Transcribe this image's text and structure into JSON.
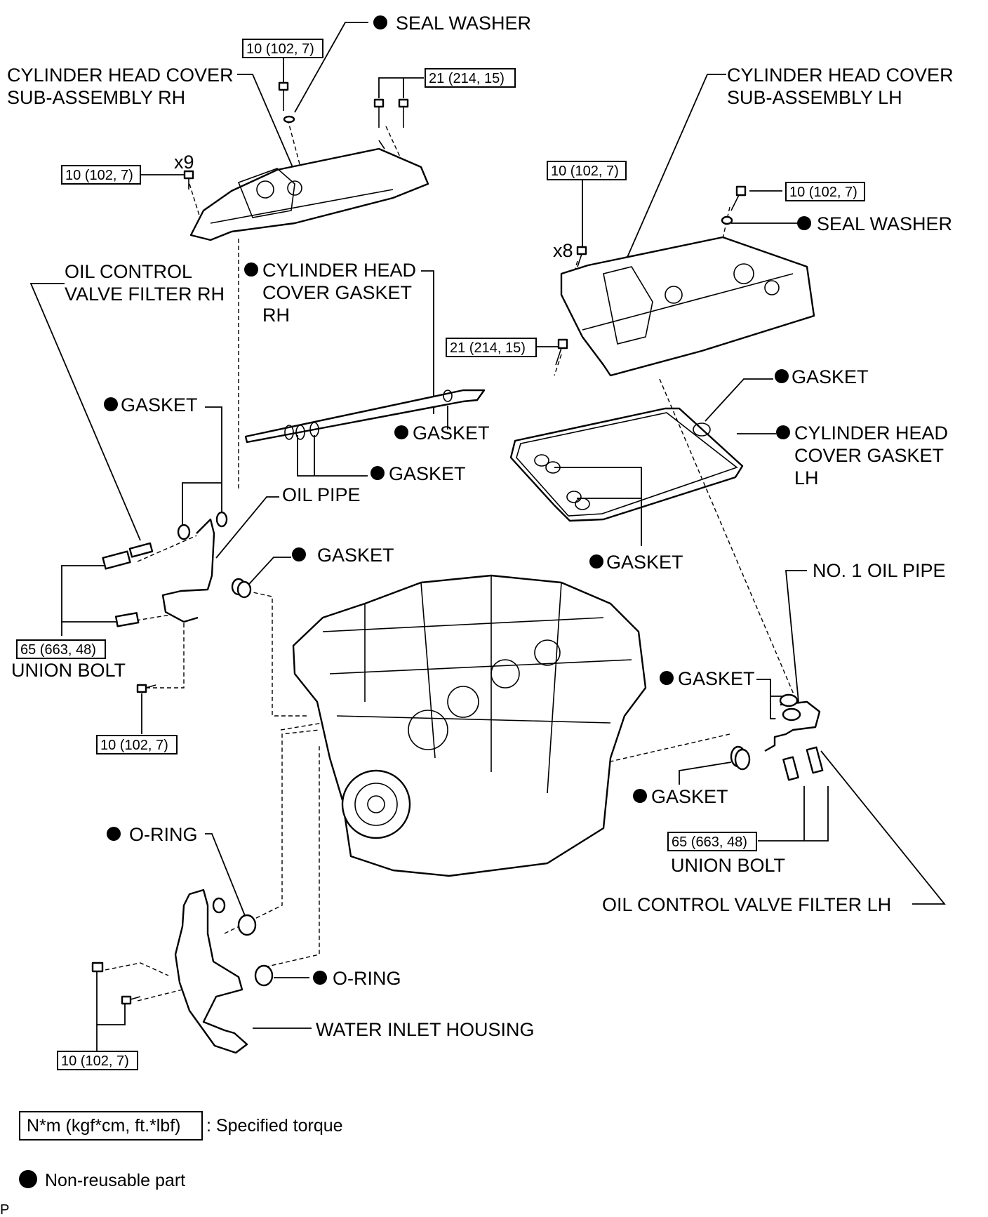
{
  "labels": {
    "seal_washer_top": "SEAL WASHER",
    "head_cover_rh": [
      "CYLINDER HEAD COVER",
      "SUB-ASSEMBLY RH"
    ],
    "head_cover_lh": [
      "CYLINDER HEAD COVER",
      "SUB-ASSEMBLY LH"
    ],
    "seal_washer_lh": "SEAL WASHER",
    "ocv_filter_rh": [
      "OIL CONTROL",
      "VALVE FILTER RH"
    ],
    "head_gasket_rh": [
      "CYLINDER HEAD",
      "COVER GASKET",
      "RH"
    ],
    "gasket_rh_pipe_upper": "GASKET",
    "gasket_rh_spark_1": "GASKET",
    "gasket_rh_spark_2": "GASKET",
    "oil_pipe": "OIL PIPE",
    "gasket_rh_pipe_lower": "GASKET",
    "union_bolt_rh": "UNION BOLT",
    "gasket_lh_cover": "GASKET",
    "head_gasket_lh": [
      "CYLINDER HEAD",
      "COVER GASKET",
      "LH"
    ],
    "gasket_lh_spark": "GASKET",
    "no1_oil_pipe": "NO. 1 OIL PIPE",
    "gasket_lh_pipe_upper": "GASKET",
    "gasket_lh_pipe_lower": "GASKET",
    "union_bolt_lh": "UNION BOLT",
    "ocv_filter_lh": "OIL CONTROL VALVE FILTER LH",
    "oring_upper": "O-RING",
    "oring_lower": "O-RING",
    "water_inlet_housing": "WATER INLET HOUSING"
  },
  "torques": {
    "t_top_washer": "10 (102, 7)",
    "t_rh_cover_bolts": "21 (214, 15)",
    "t_rh_x9": "10 (102, 7)",
    "t_lh_x8": "10 (102, 7)",
    "t_lh_washer": "10 (102, 7)",
    "t_lh_cover_bolt": "21 (214, 15)",
    "t_union_rh": "65 (663, 48)",
    "t_rh_pipe_bolt": "10 (102, 7)",
    "t_union_lh": "65 (663, 48)",
    "t_water_inlet": "10 (102, 7)"
  },
  "counts": {
    "rh_bolts": "x9",
    "lh_bolts": "x8"
  },
  "legend": {
    "torque_unit": "N*m (kgf*cm, ft.*lbf)",
    "torque_desc": ": Specified torque",
    "nonreusable": "Non-reusable part"
  },
  "figure_code": "P"
}
